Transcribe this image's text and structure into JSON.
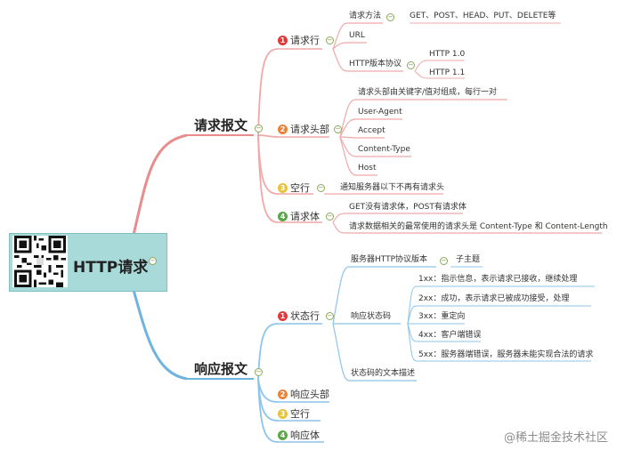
{
  "root": {
    "title": "HTTP请求"
  },
  "request": {
    "title": "请求报文",
    "line": {
      "badge": "1",
      "title": "请求行",
      "method": {
        "label": "请求方法",
        "value": "GET、POST、HEAD、PUT、DELETE等"
      },
      "url": "URL",
      "version": {
        "label": "HTTP版本协议",
        "items": [
          "HTTP 1.0",
          "HTTP 1.1"
        ]
      }
    },
    "headers": {
      "badge": "2",
      "title": "请求头部",
      "items": [
        "请求头部由关键字/值对组成，每行一对",
        "User-Agent",
        "Accept",
        "Content-Type",
        "Host"
      ]
    },
    "blank": {
      "badge": "3",
      "title": "空行",
      "desc": "通知服务器以下不再有请求头"
    },
    "body": {
      "badge": "4",
      "title": "请求体",
      "items": [
        "GET没有请求体，POST有请求体",
        "请求数据相关的最常使用的请求头是 Content-Type 和 Content-Length"
      ]
    }
  },
  "response": {
    "title": "响应报文",
    "status": {
      "badge": "1",
      "title": "状态行",
      "version": {
        "label": "服务器HTTP协议版本",
        "child": "子主题"
      },
      "code": {
        "label": "响应状态码",
        "items": [
          "1xx：指示信息，表示请求已接收，继续处理",
          "2xx：成功，表示请求已被成功接受，处理",
          "3xx：重定向",
          "4xx：客户端错误",
          "5xx：服务器端错误，服务器未能实现合法的请求"
        ]
      },
      "text": "状态码的文本描述"
    },
    "headers": {
      "badge": "2",
      "title": "响应头部"
    },
    "blank": {
      "badge": "3",
      "title": "空行"
    },
    "body": {
      "badge": "4",
      "title": "响应体"
    }
  },
  "watermark": "@稀土掘金技术社区",
  "colors": {
    "request_branch": "#e88c8c",
    "response_branch": "#6fb3e0",
    "request_leaf": "#f0a8a8",
    "response_leaf": "#8cc4ea",
    "badge_1": "#e03a3a",
    "badge_2": "#e8843a",
    "badge_3": "#e8c23a",
    "badge_4": "#5aa84a"
  }
}
